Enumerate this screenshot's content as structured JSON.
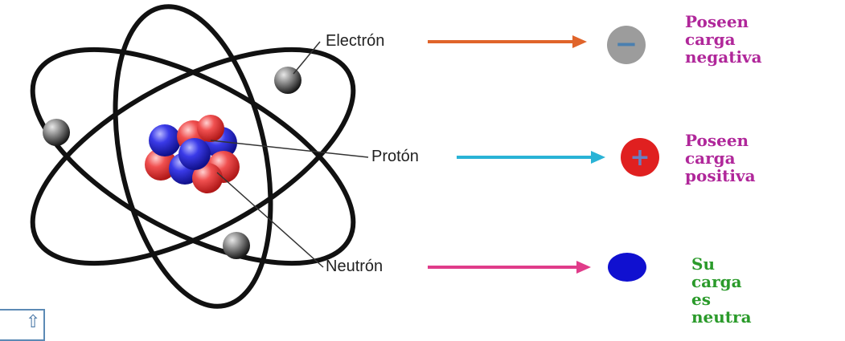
{
  "labels": {
    "electron": "Electrón",
    "proton": "Protón",
    "neutron": "Neutrón"
  },
  "descriptions": {
    "electron": [
      "Poseen",
      "carga",
      "negativa"
    ],
    "proton": [
      "Poseen",
      "carga",
      "positiva"
    ],
    "neutron": [
      "Su",
      "carga",
      "es",
      "neutra"
    ]
  },
  "symbols": {
    "negative": "−",
    "positive": "+"
  },
  "partial_icon": "⇧",
  "colors": {
    "electron_arrow": "#e0642a",
    "proton_arrow": "#2ab3d6",
    "neutron_arrow": "#e03c8a",
    "electron_text": "#b0279a",
    "proton_text": "#b0279a",
    "neutron_text": "#2a9a2a",
    "electron_symbol_bg": "#9c9c9c",
    "electron_symbol_sign": "#4a7fb0",
    "proton_symbol_bg": "#e02020",
    "proton_symbol_sign": "#6a7fc0",
    "neutron_symbol_bg": "#1010d0",
    "proton_sphere": "#e0403c",
    "neutron_sphere": "#2a2ad8"
  }
}
